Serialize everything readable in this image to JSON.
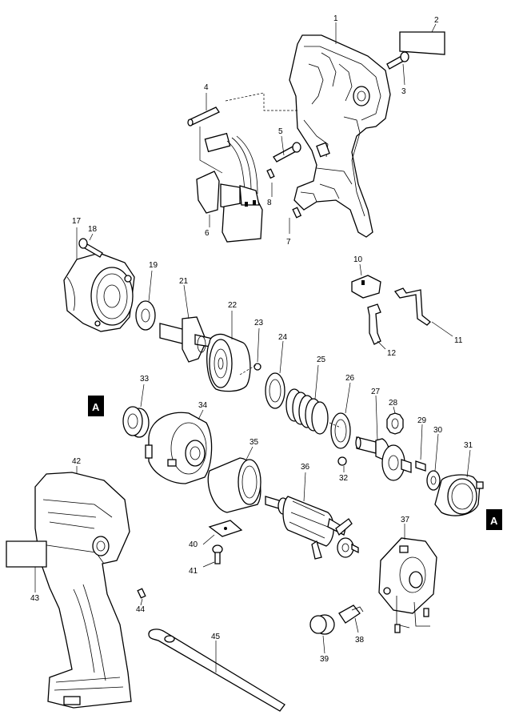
{
  "labels": [
    "1",
    "2",
    "3",
    "4",
    "5",
    "6",
    "7",
    "8",
    "10",
    "11",
    "12",
    "17",
    "18",
    "19",
    "21",
    "22",
    "23",
    "24",
    "25",
    "26",
    "27",
    "28",
    "29",
    "30",
    "31",
    "32",
    "33",
    "34",
    "35",
    "36",
    "37",
    "38",
    "39",
    "40",
    "41",
    "42",
    "43",
    "44",
    "45"
  ],
  "markers": [
    "A",
    "A"
  ]
}
